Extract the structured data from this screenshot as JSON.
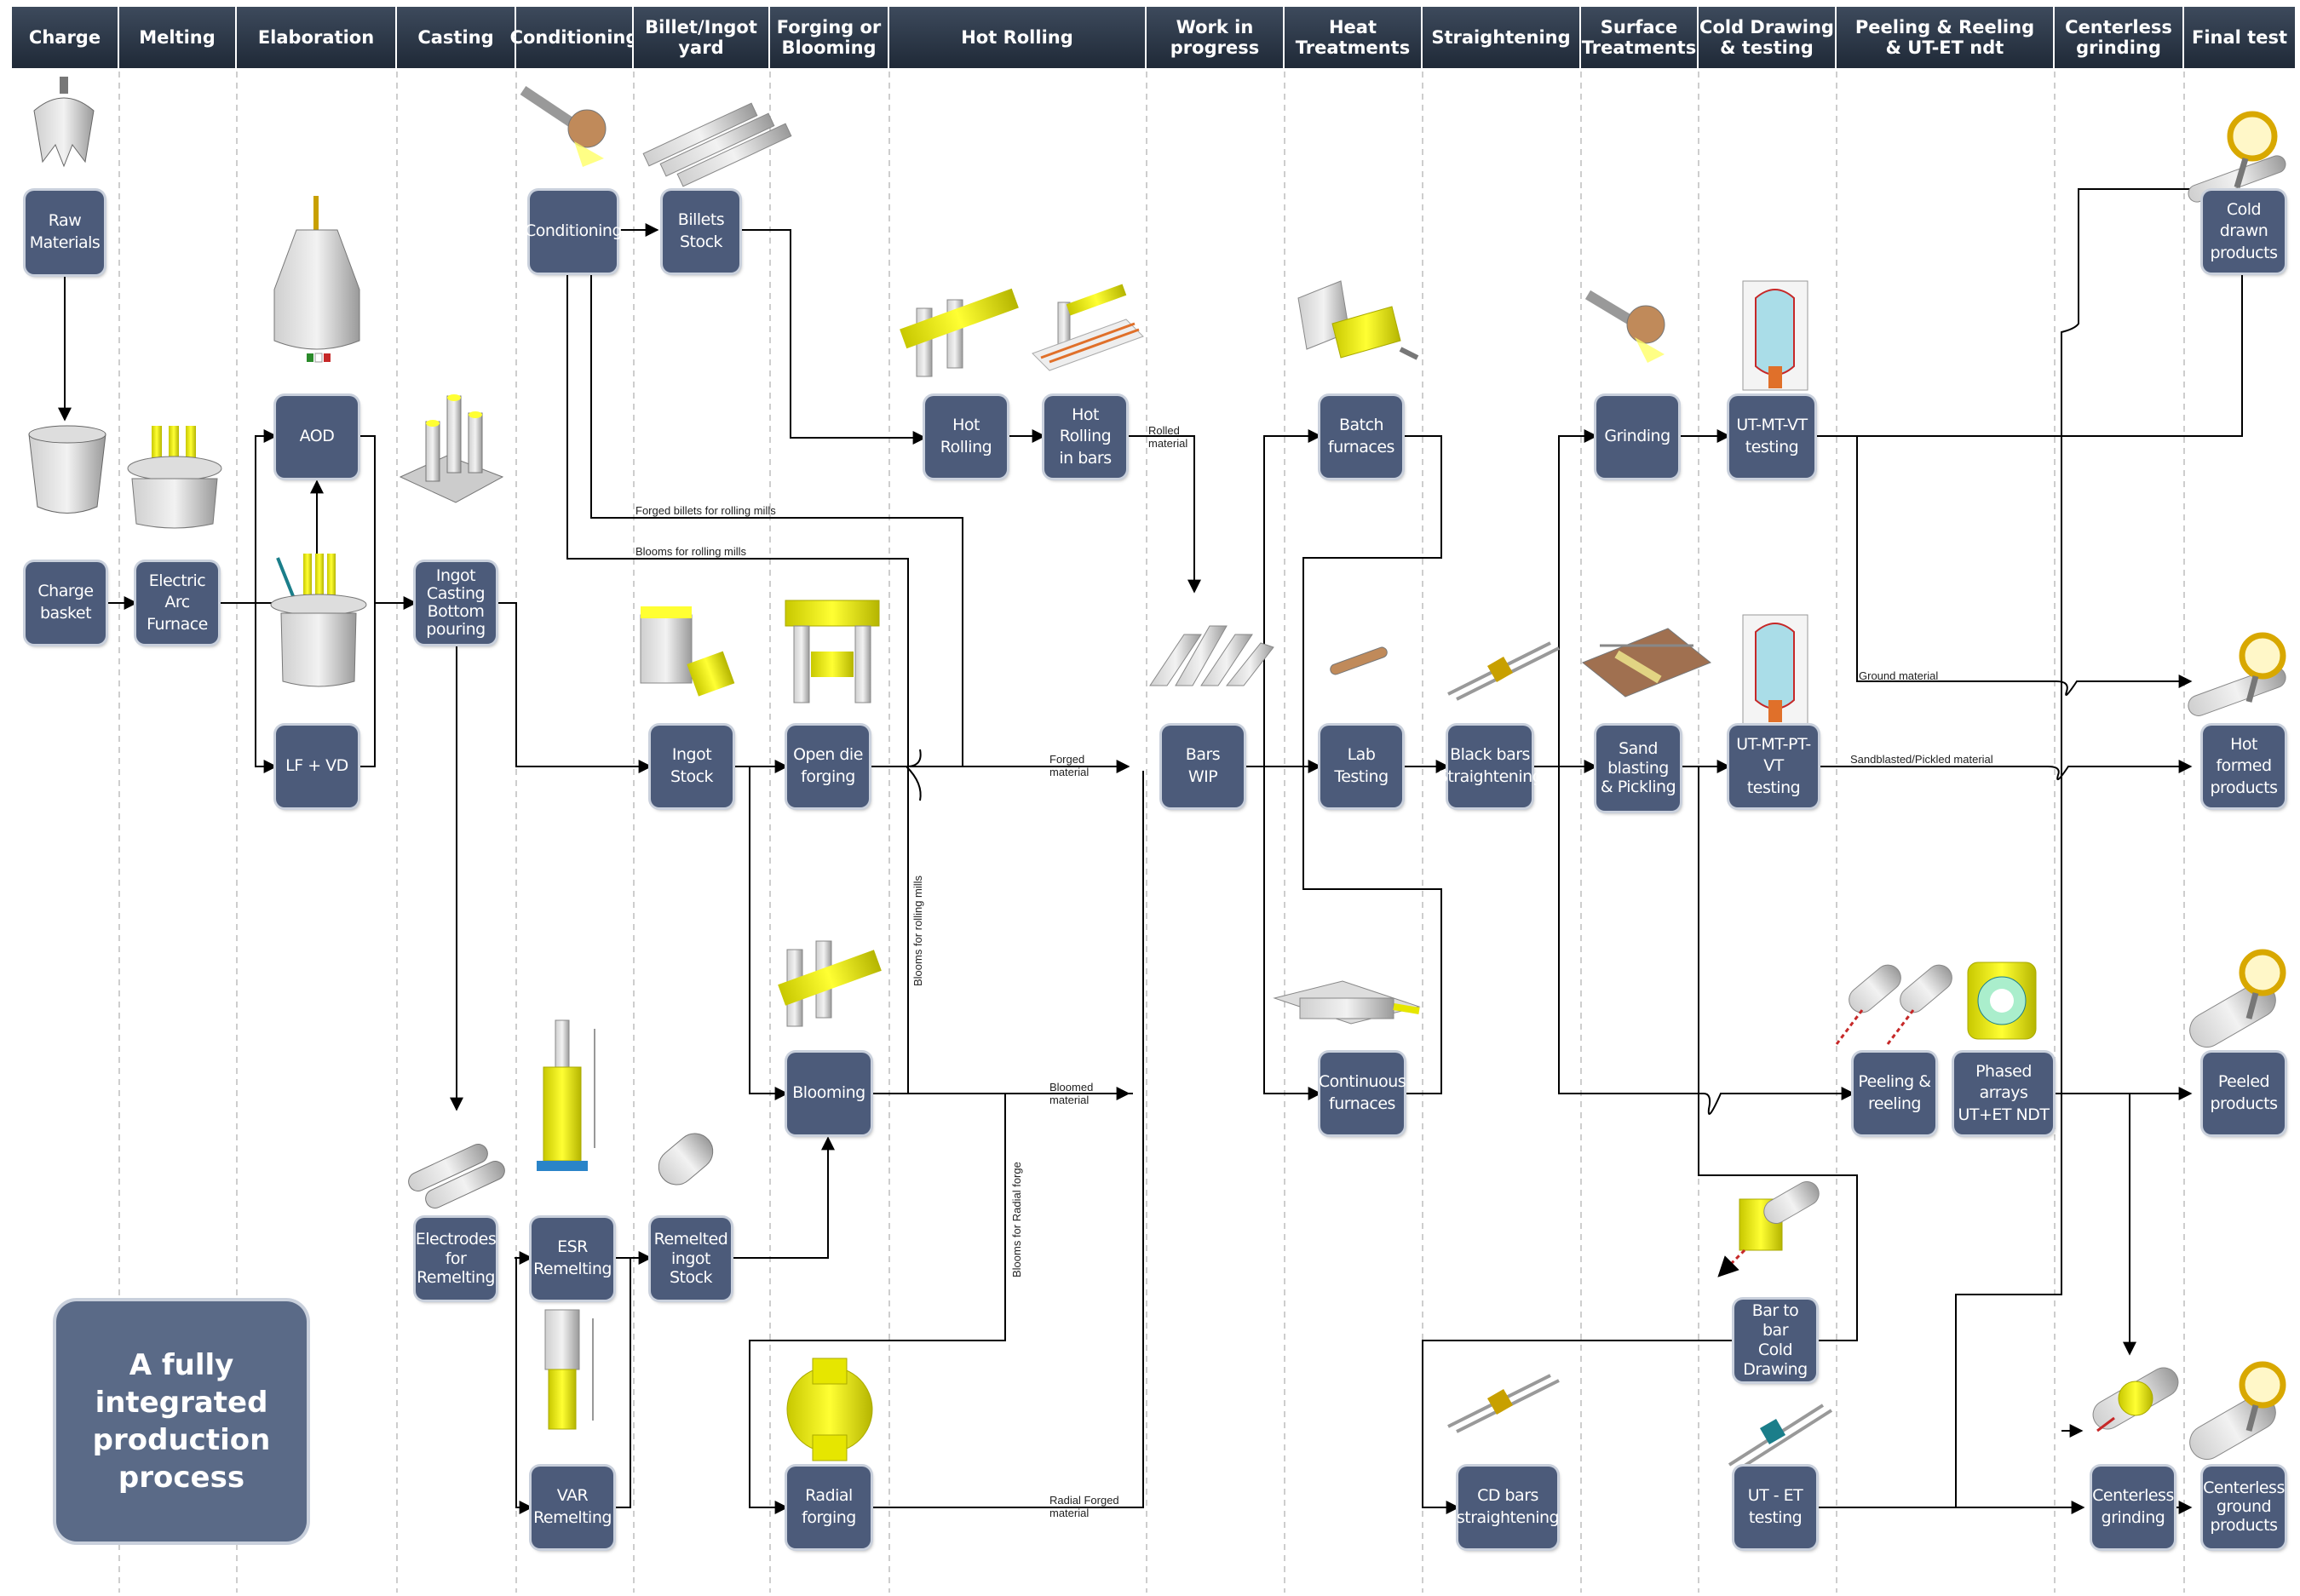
{
  "headers": [
    {
      "key": "charge",
      "text": "Charge"
    },
    {
      "key": "melting",
      "text": "Melting"
    },
    {
      "key": "elaboration",
      "text": "Elaboration"
    },
    {
      "key": "casting",
      "text": "Casting"
    },
    {
      "key": "conditioning",
      "text": "Conditioning"
    },
    {
      "key": "billet-ingot-yard",
      "text": "Billet/Ingot\nyard"
    },
    {
      "key": "forging-blooming",
      "text": "Forging or\nBlooming"
    },
    {
      "key": "hot-rolling",
      "text": "Hot Rolling"
    },
    {
      "key": "work-in-progress",
      "text": "Work in\nprogress"
    },
    {
      "key": "heat-treatments",
      "text": "Heat\nTreatments"
    },
    {
      "key": "straightening",
      "text": "Straightening"
    },
    {
      "key": "surface-treatments",
      "text": "Surface\nTreatments"
    },
    {
      "key": "cold-drawing-testing",
      "text": "Cold Drawing\n& testing"
    },
    {
      "key": "peeling-reeling-ndt",
      "text": "Peeling & Reeling\n& UT-ET ndt"
    },
    {
      "key": "centerless-grinding",
      "text": "Centerless\ngrinding"
    },
    {
      "key": "final-test",
      "text": "Final test"
    }
  ],
  "nodes": [
    {
      "key": "raw-materials",
      "text": "Raw\nMaterials"
    },
    {
      "key": "charge-basket",
      "text": "Charge\nbasket"
    },
    {
      "key": "electric-arc-furnace",
      "text": "Electric Arc\nFurnace"
    },
    {
      "key": "aod",
      "text": "AOD"
    },
    {
      "key": "lf-vd",
      "text": "LF + VD"
    },
    {
      "key": "ingot-casting",
      "text": "Ingot\nCasting\nBottom\npouring"
    },
    {
      "key": "electrodes-remelting",
      "text": "Electrodes\nfor\nRemelting"
    },
    {
      "key": "conditioning",
      "text": "Conditioning"
    },
    {
      "key": "esr-remelting",
      "text": "ESR\nRemelting"
    },
    {
      "key": "var-remelting",
      "text": "VAR\nRemelting"
    },
    {
      "key": "billets-stock",
      "text": "Billets\nStock"
    },
    {
      "key": "ingot-stock",
      "text": "Ingot\nStock"
    },
    {
      "key": "remelted-ingot-stock",
      "text": "Remelted\ningot\nStock"
    },
    {
      "key": "open-die-forging",
      "text": "Open die\nforging"
    },
    {
      "key": "blooming",
      "text": "Blooming"
    },
    {
      "key": "radial-forging",
      "text": "Radial\nforging"
    },
    {
      "key": "hot-rolling",
      "text": "Hot Rolling"
    },
    {
      "key": "hot-rolling-bars",
      "text": "Hot Rolling\nin bars"
    },
    {
      "key": "bars-wip",
      "text": "Bars\nWIP"
    },
    {
      "key": "batch-furnaces",
      "text": "Batch\nfurnaces"
    },
    {
      "key": "lab-testing",
      "text": "Lab\nTesting"
    },
    {
      "key": "continuous-furnaces",
      "text": "Continuous\nfurnaces"
    },
    {
      "key": "black-bars-straightening",
      "text": "Black bars\nStraightening"
    },
    {
      "key": "cd-bars-straightening",
      "text": "CD bars\nstraightening"
    },
    {
      "key": "grinding",
      "text": "Grinding"
    },
    {
      "key": "sand-blasting-pickling",
      "text": "Sand\nblasting\n& Pickling"
    },
    {
      "key": "ut-mt-vt-testing",
      "text": "UT-MT-VT\ntesting"
    },
    {
      "key": "ut-mt-pt-vt-testing",
      "text": "UT-MT-PT-VT\ntesting"
    },
    {
      "key": "bar-to-bar-cold-drawing",
      "text": "Bar to bar\nCold\nDrawing"
    },
    {
      "key": "ut-et-testing",
      "text": "UT - ET\ntesting"
    },
    {
      "key": "peeling-reeling",
      "text": "Peeling &\nreeling"
    },
    {
      "key": "phased-arrays",
      "text": "Phased arrays\nUT+ET NDT"
    },
    {
      "key": "centerless-grinding",
      "text": "Centerless\ngrinding"
    },
    {
      "key": "cold-drawn-products",
      "text": "Cold drawn\nproducts"
    },
    {
      "key": "hot-formed-products",
      "text": "Hot formed\nproducts"
    },
    {
      "key": "peeled-products",
      "text": "Peeled\nproducts"
    },
    {
      "key": "centerless-ground-products",
      "text": "Centerless\nground\nproducts"
    }
  ],
  "edge_labels": [
    {
      "key": "rolled-material",
      "lines": [
        "Rolled",
        "material"
      ]
    },
    {
      "key": "forged-billets",
      "lines": [
        "Forged billets for rolling mills"
      ]
    },
    {
      "key": "blooms-rolling-h",
      "lines": [
        "Blooms for rolling mills"
      ]
    },
    {
      "key": "forged-material",
      "lines": [
        "Forged",
        "material"
      ]
    },
    {
      "key": "blooms-rolling-v",
      "lines": [
        "Blooms for rolling mills"
      ]
    },
    {
      "key": "bloomed-material",
      "lines": [
        "Bloomed",
        "material"
      ]
    },
    {
      "key": "blooms-radial-forge",
      "lines": [
        "Blooms for Radial forge"
      ]
    },
    {
      "key": "radial-forged-material",
      "lines": [
        "Radial Forged",
        "material"
      ]
    },
    {
      "key": "ground-material",
      "lines": [
        "Ground material"
      ]
    },
    {
      "key": "sandblasted-pickled",
      "lines": [
        "Sandblasted/Pickled material"
      ]
    }
  ],
  "summary_text": "A fully integrated\nproduction process",
  "colors": {
    "header": "#2b3646",
    "node": "#4c5b7a",
    "node_border": "#c9d0dc",
    "line": "#000000",
    "accent_yellow": "#e6e600"
  }
}
